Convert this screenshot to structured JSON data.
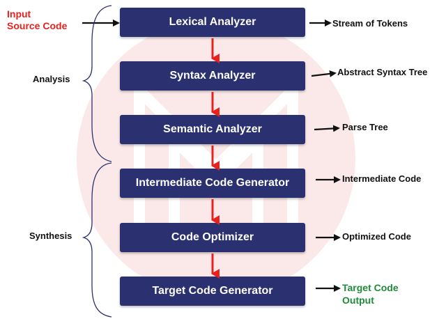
{
  "input": {
    "line1": "Input",
    "line2": "Source Code"
  },
  "phases": {
    "analysis": "Analysis",
    "synthesis": "Synthesis"
  },
  "stages": [
    {
      "label": "Lexical Analyzer",
      "output": "Stream of Tokens"
    },
    {
      "label": "Syntax Analyzer",
      "output": "Abstract Syntax Tree"
    },
    {
      "label": "Semantic Analyzer",
      "output": "Parse Tree"
    },
    {
      "label": "Intermediate Code Generator",
      "output": "Intermediate Code"
    },
    {
      "label": "Code Optimizer",
      "output": "Optimized Code"
    },
    {
      "label": "Target Code Generator",
      "output_line1": "Target Code",
      "output_line2": "Output"
    }
  ],
  "colors": {
    "stage_box": "#2b3070",
    "flow_arrow": "#e8211c",
    "input_text": "#e8211c",
    "target_output_text": "#1f8a3a",
    "watermark": "#fbe9e9"
  }
}
